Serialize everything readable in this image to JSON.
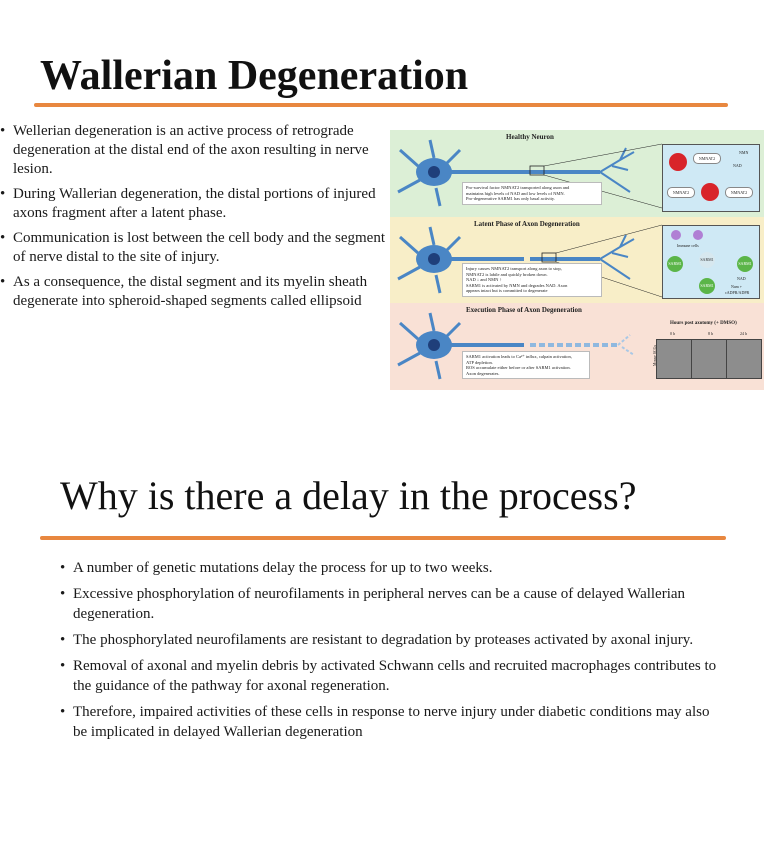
{
  "slide1": {
    "title": "Wallerian Degeneration",
    "bullets": [
      "Wellerian degeneration is an active process of retrograde degeneration at the distal end of the axon resulting in nerve lesion.",
      "During Wallerian degeneration, the distal portions of injured axons fragment after a latent phase.",
      "Communication is lost between the cell body and the segment of nerve distal to the site of injury.",
      " As a consequence, the distal segment and its myelin sheath degenerate into spheroid-shaped segments called ellipsoid"
    ]
  },
  "figure": {
    "healthy": {
      "title": "Healthy Neuron",
      "notes": [
        "Pro-survival factor NMNAT2 transported along axon and",
        "maintains high levels of NAD and low levels of NMN.",
        "Pro-degenerative SARM1 has only basal activity."
      ],
      "inset_labels": [
        "NMNAT2",
        "NMN",
        "NAD",
        "NMNAT2",
        "NMNAT2"
      ]
    },
    "latent": {
      "title": "Latent Phase of Axon Degeneration",
      "notes": [
        "Injury causes NMNAT2 transport along axon to stop,",
        "NMNAT2 is labile and quickly broken down.",
        "NAD ↓ and NMN ↑",
        "SARM1 is activated by NMN and degrades NAD. Axon",
        "appears intact but is committed to degenerate"
      ],
      "inset_labels": [
        "Immune cells",
        "SARM1",
        "SARM1",
        "SARM1",
        "SARM1",
        "NAD",
        "Nam +",
        "cADPR/ADPR"
      ]
    },
    "execution": {
      "title": "Execution Phase of Axon Degeneration",
      "notes": [
        "SARM1 activation leads to Ca²⁺ influx, calpain activation,",
        "ATP depletion.",
        "ROS accumulate either before or after SARM1 activation.",
        "Axon degenerates."
      ],
      "micro_title": "Hours post axotomy (+ DMSO)",
      "micro_times": [
        "0 h",
        "8 h",
        "24 h"
      ],
      "micro_side_label": "Mouse SCGs"
    },
    "colors": {
      "neuron": "#4a86c5",
      "nucleus": "#1f3f7a",
      "healthy_bg": "#dcefd6",
      "latent_bg": "#f8eec8",
      "exec_bg": "#f9e1d6",
      "accent": "#e8873f"
    }
  },
  "slide2": {
    "title": "Why is there a delay in the process?",
    "bullets": [
      "A number of genetic mutations delay the process for up to two weeks.",
      " Excessive phosphorylation of neurofilaments in peripheral nerves can be a cause of delayed Wallerian degeneration.",
      "The phosphorylated neurofilaments are resistant to degradation by proteases activated by axonal injury.",
      "Removal of axonal and myelin debris by activated Schwann cells and recruited macrophages contributes to the guidance of the pathway for axonal regeneration.",
      "Therefore, impaired activities of these cells in response to nerve injury under diabetic conditions may also be implicated in delayed Wallerian degeneration"
    ]
  }
}
